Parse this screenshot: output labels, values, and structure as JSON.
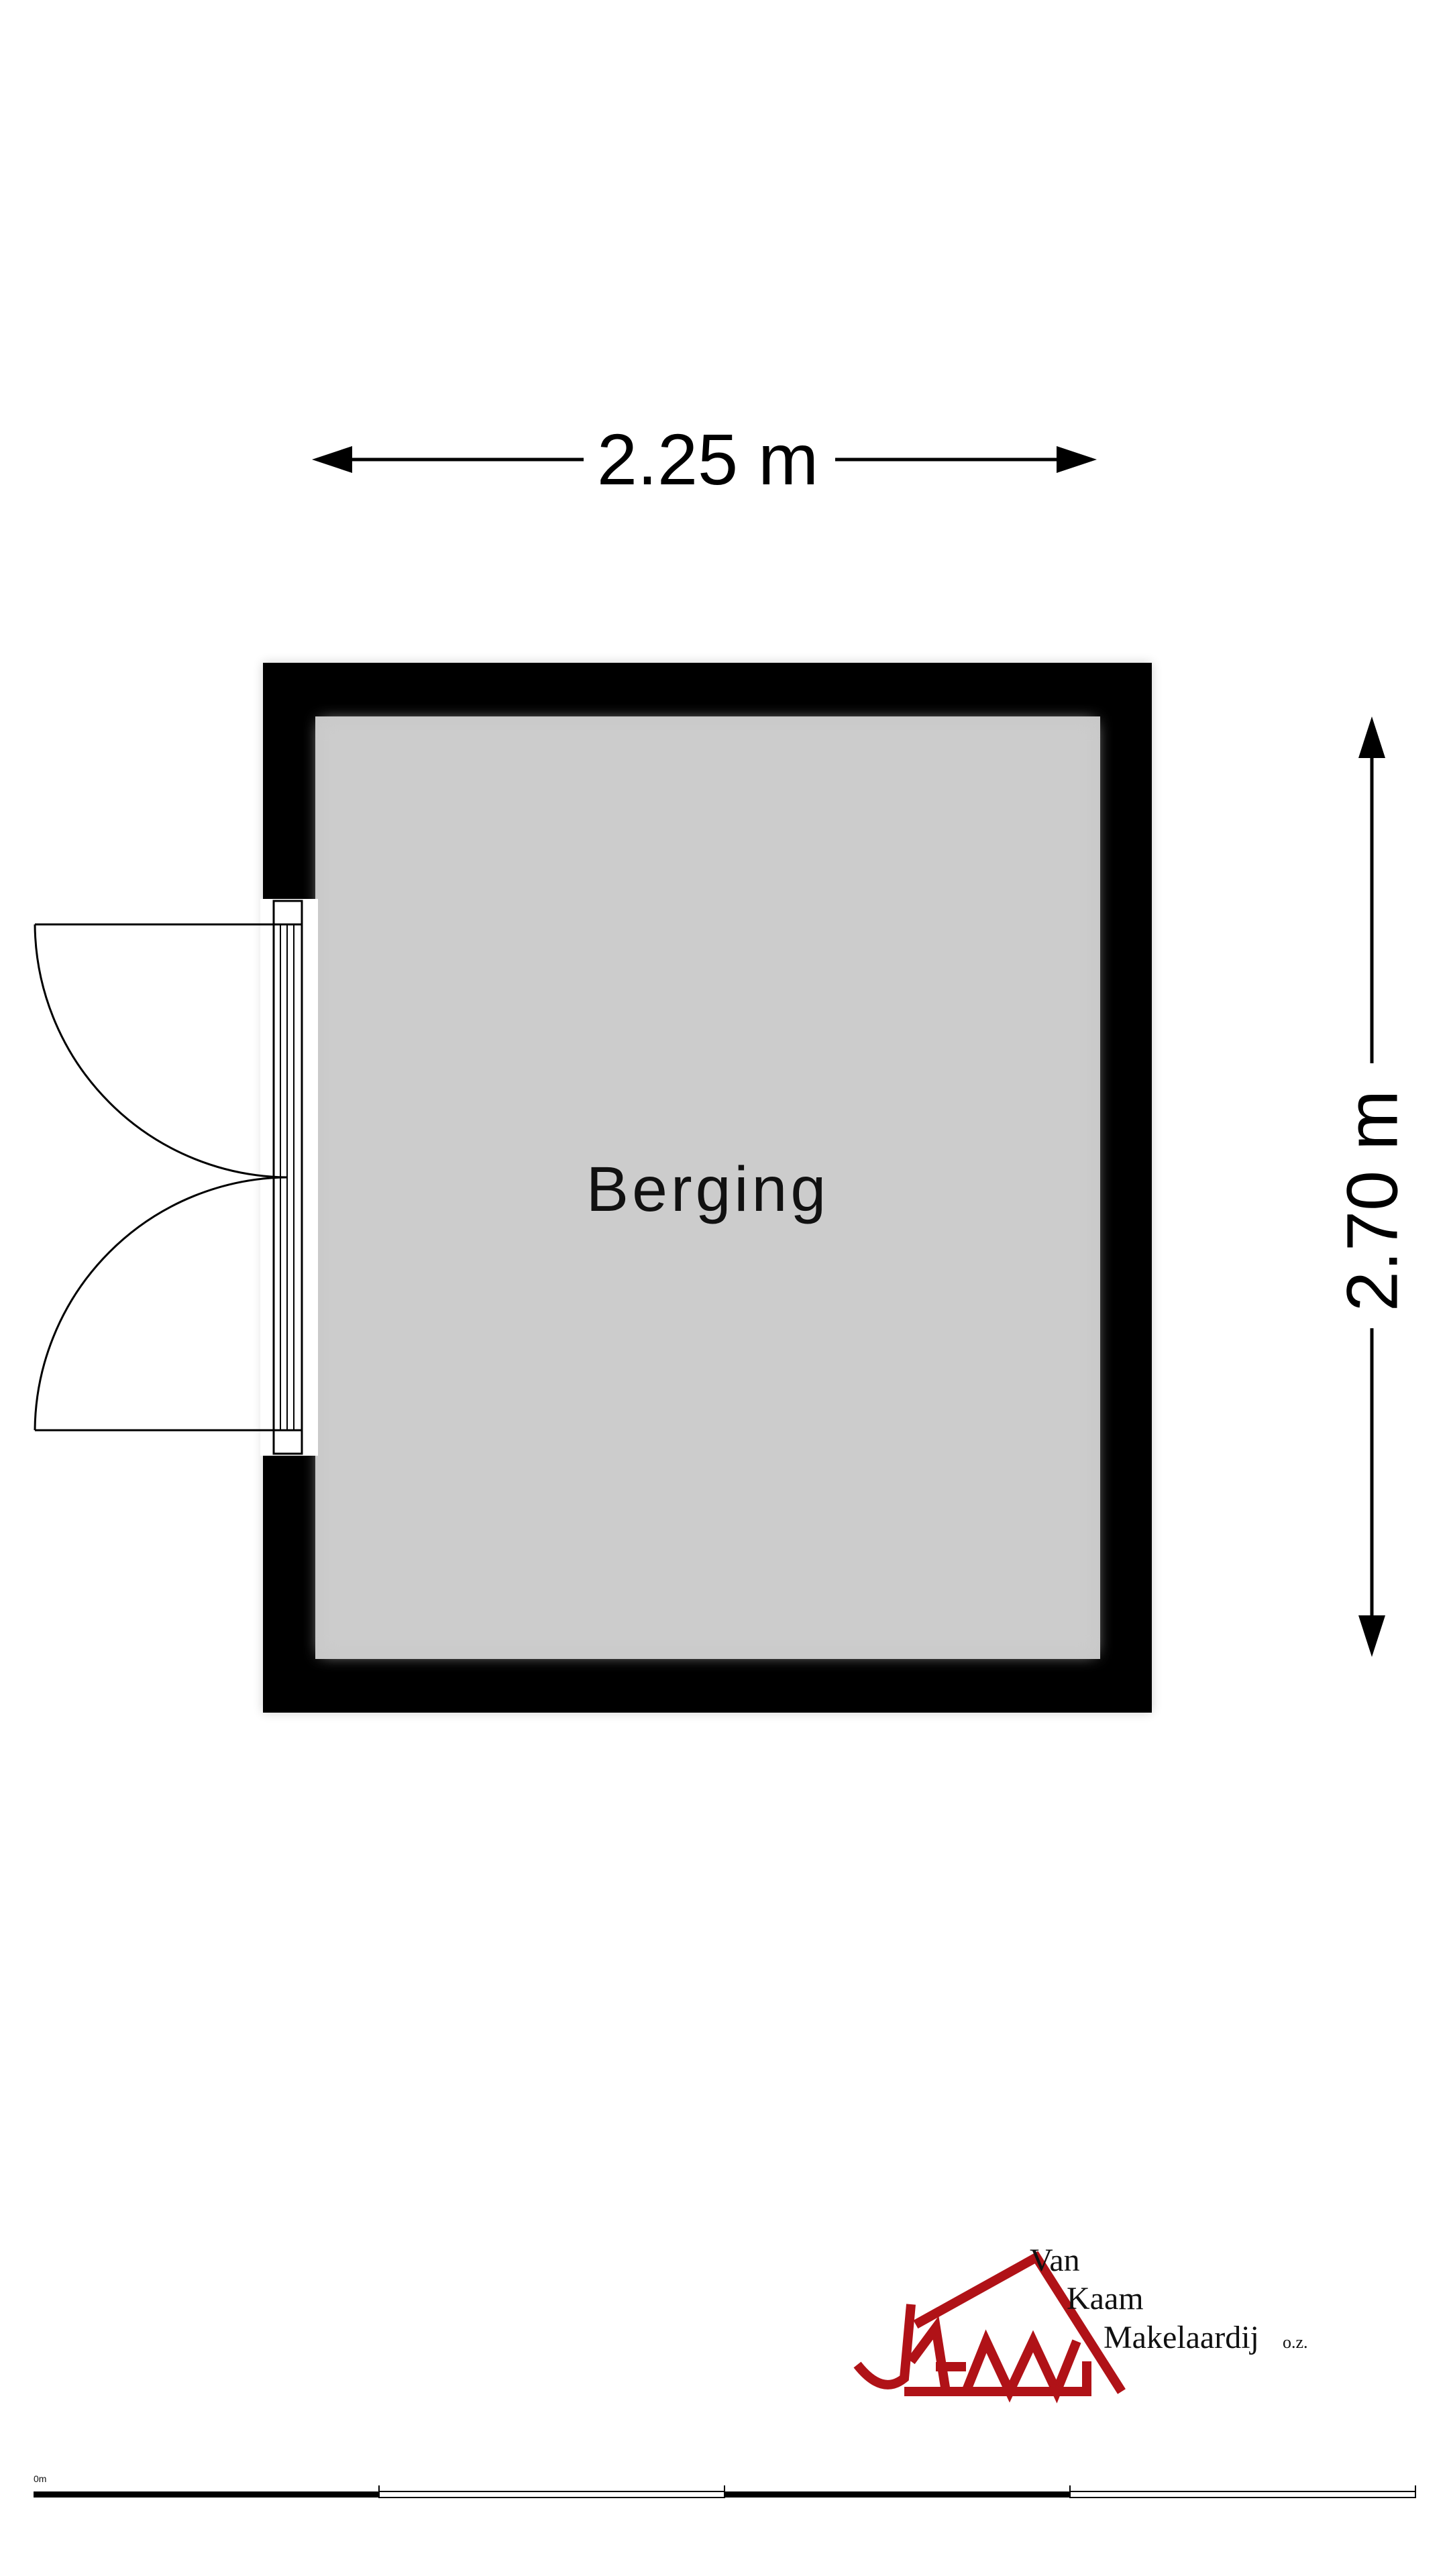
{
  "plan": {
    "room_name": "Berging",
    "width_label": "2.25 m",
    "height_label": "2.70 m"
  },
  "logo": {
    "line1": "Van",
    "line2": "Kaam",
    "line3": "Makelaardij",
    "suffix": "o.z."
  },
  "scale_bar": {
    "start_label": "0m"
  },
  "colors": {
    "wall": "#000000",
    "floor": "#cccccc",
    "logo_red": "#b01217"
  }
}
